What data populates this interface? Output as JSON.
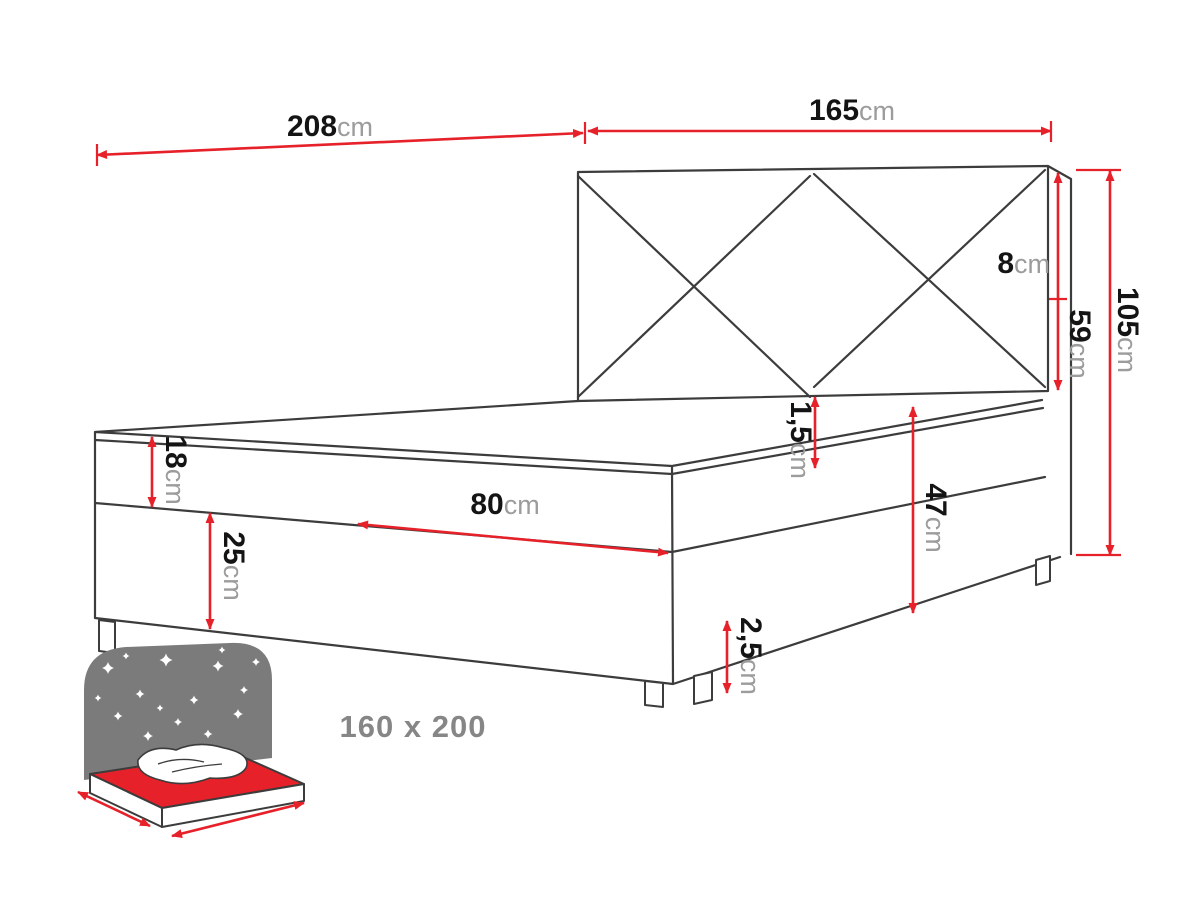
{
  "labels": {
    "total_length": {
      "value": "208",
      "unit": "cm"
    },
    "headboard_width": {
      "value": "165",
      "unit": "cm"
    },
    "headboard_depth": {
      "value": "8",
      "unit": "cm"
    },
    "headboard_above": {
      "value": "59",
      "unit": "cm"
    },
    "total_height": {
      "value": "105",
      "unit": "cm"
    },
    "mattress_height": {
      "value": "18",
      "unit": "cm"
    },
    "base_height": {
      "value": "25",
      "unit": "cm"
    },
    "box_width": {
      "value": "80",
      "unit": "cm"
    },
    "topper_height": {
      "value": "1,5",
      "unit": "cm"
    },
    "side_height": {
      "value": "47",
      "unit": "cm"
    },
    "leg_height": {
      "value": "2,5",
      "unit": "cm"
    }
  },
  "badge": {
    "size": "160 x 200"
  },
  "colors": {
    "accent_red": "#e62129",
    "line_dark": "#3c3c3c",
    "number_text": "#141414",
    "unit_text": "#9c9c9c",
    "icon_gray": "#7b7b7b"
  }
}
